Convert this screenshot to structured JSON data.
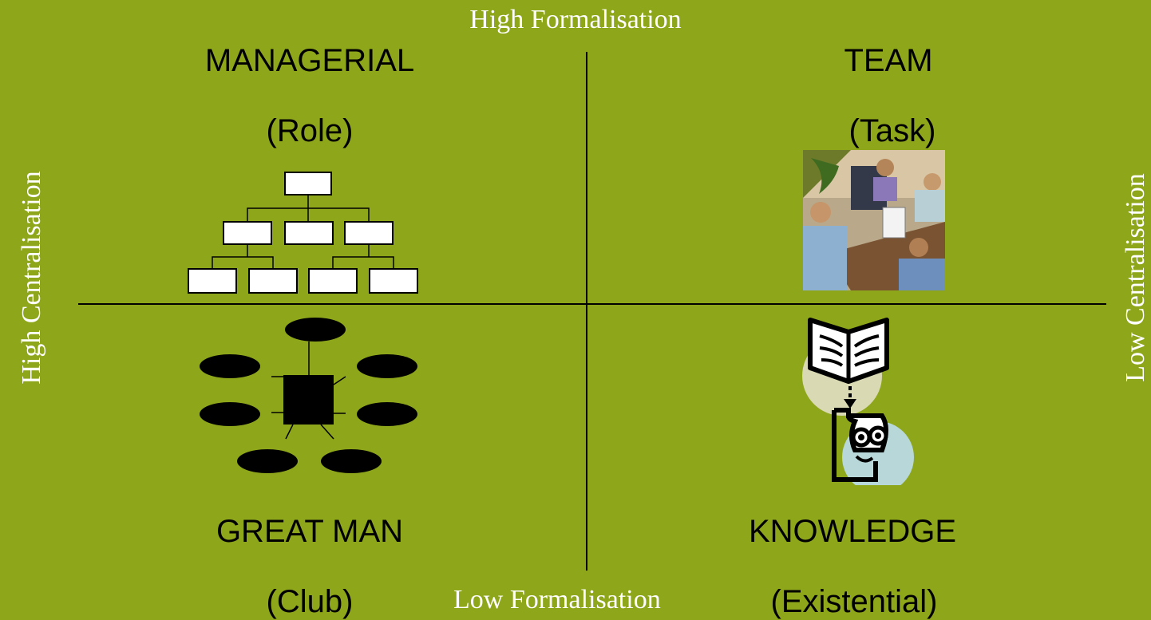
{
  "axes": {
    "top": "High Formalisation",
    "bottom": "Low Formalisation",
    "left": "High Centralisation",
    "right": "Low Centralisation"
  },
  "quadrants": {
    "top_left": {
      "title": "MANAGERIAL",
      "subtitle": "(Role)",
      "icon": "org-chart-icon"
    },
    "top_right": {
      "title": "TEAM",
      "subtitle": "(Task)",
      "icon": "team-meeting-clipart"
    },
    "bottom_left": {
      "title": "GREAT MAN",
      "subtitle": "(Club)",
      "icon": "hub-and-spoke-icon"
    },
    "bottom_right": {
      "title": "KNOWLEDGE",
      "subtitle": "(Existential)",
      "icon": "book-reader-clipart"
    }
  },
  "colors": {
    "background": "#8ea61a",
    "axis_text": "#ffffff",
    "title_text": "#000000"
  }
}
